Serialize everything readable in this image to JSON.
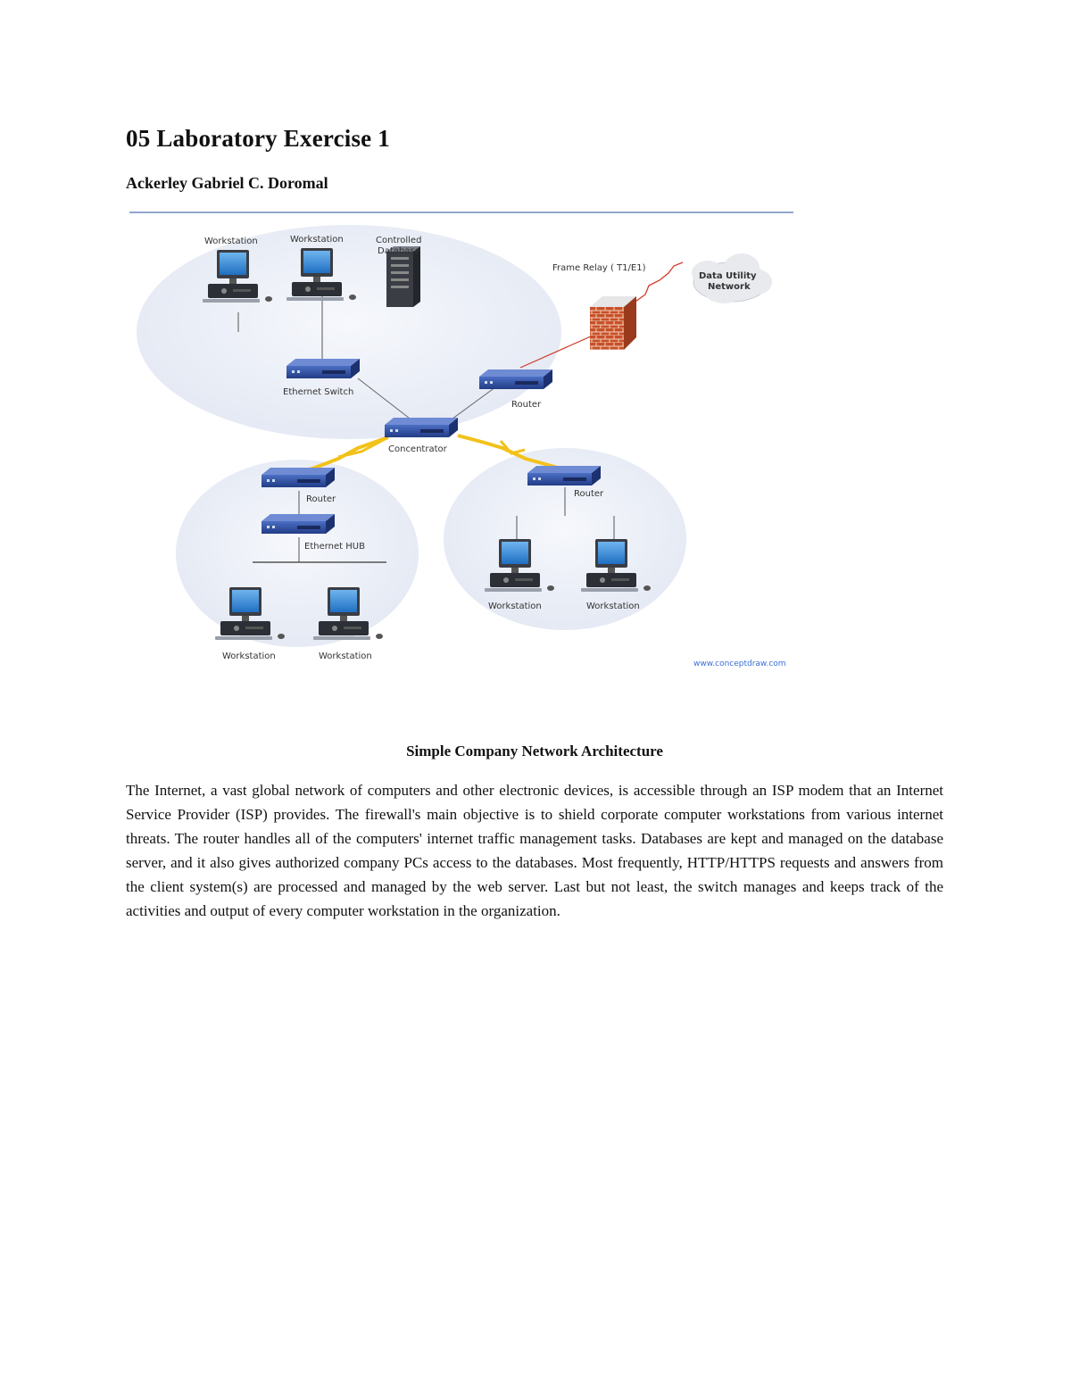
{
  "document": {
    "title": "05 Laboratory Exercise 1",
    "author": "Ackerley Gabriel C. Doromal",
    "caption": "Simple Company Network Architecture",
    "paragraph": "The Internet, a vast global network of computers and other electronic devices, is accessible through an ISP modem that an Internet Service Provider (ISP) provides. The firewall's main objective is to shield corporate computer workstations from various internet threats. The router handles all of the computers' internet traffic management tasks. Databases are kept and managed on the database server, and it also gives authorized company PCs access to the databases. Most frequently, HTTP/HTTPS requests and answers from the client system(s) are processed and managed by the web server. Last but not least, the switch manages and keeps track of the activities and output of every computer workstation in the organization."
  },
  "diagram": {
    "labels": {
      "ws_top_left": "Workstation",
      "ws_top_mid": "Workstation",
      "controlled_db_line1": "Controlled",
      "controlled_db_line2": "Database",
      "frame_relay": "Frame Relay ( T1/E1)",
      "cloud_line1": "Data Utility",
      "cloud_line2": "Network",
      "ethernet_switch": "Ethernet Switch",
      "router_top": "Router",
      "concentrator": "Concentrator",
      "router_left": "Router",
      "ethernet_hub": "Ethernet HUB",
      "router_right": "Router",
      "ws_bottom_left_1": "Workstation",
      "ws_bottom_left_2": "Workstation",
      "ws_bottom_right_1": "Workstation",
      "ws_bottom_right_2": "Workstation",
      "watermark": "www.conceptdraw.com"
    },
    "colors": {
      "zone_fill": "#e9edf6",
      "device_blue": "#2a4a9a",
      "firewall_brick": "#c8502a",
      "lightning": "#f2c21a",
      "red_link": "#d23a2a",
      "rule_line": "#8fa6cc",
      "watermark": "#3a6fd8"
    }
  }
}
